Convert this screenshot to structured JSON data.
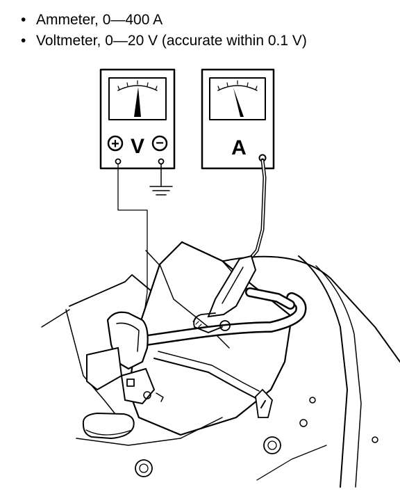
{
  "specs": [
    {
      "bullet": "•",
      "text": "Ammeter, 0—400 A"
    },
    {
      "bullet": "•",
      "text": "Voltmeter, 0—20 V (accurate within 0.1 V)"
    }
  ],
  "voltmeter": {
    "unit_label": "V",
    "plus_symbol": "+",
    "minus_symbol": "−"
  },
  "ammeter": {
    "unit_label": "A"
  }
}
